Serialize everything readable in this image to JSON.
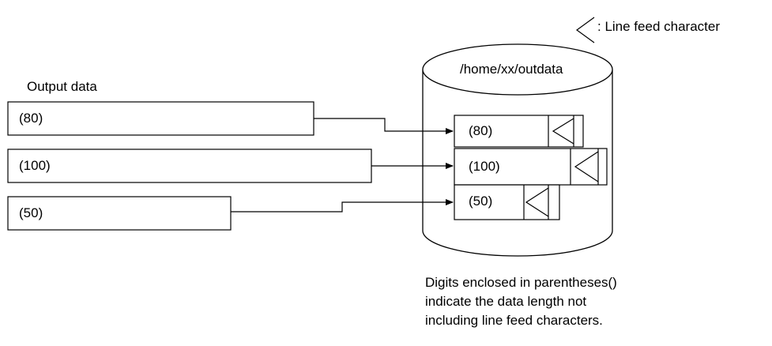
{
  "legend": {
    "icon": "triangle-icon",
    "text": ": Line feed character"
  },
  "output": {
    "title": "Output data",
    "records": [
      {
        "label": "(80)"
      },
      {
        "label": "(100)"
      },
      {
        "label": "(50)"
      }
    ]
  },
  "file": {
    "path": "/home/xx/outdata",
    "records": [
      {
        "label": "(80)"
      },
      {
        "label": "(100)"
      },
      {
        "label": "(50)"
      }
    ]
  },
  "note": {
    "lines": [
      "Digits enclosed in parentheses()",
      "indicate the data length not",
      "including line feed characters."
    ]
  }
}
